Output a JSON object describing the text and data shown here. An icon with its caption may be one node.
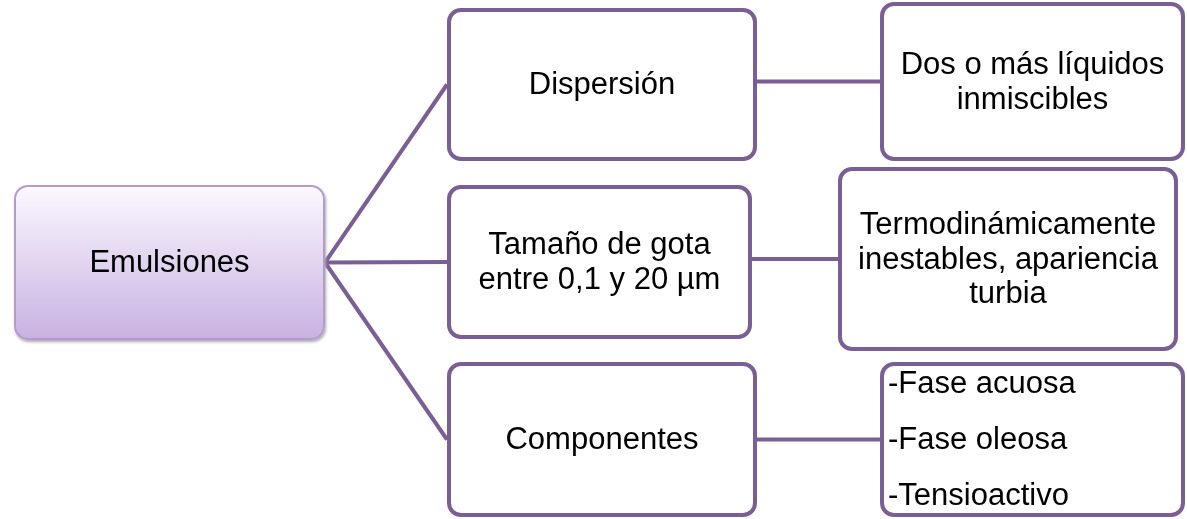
{
  "diagram": {
    "nodes": [
      {
        "text": [
          "Emulsiones"
        ]
      },
      {
        "text": [
          "Dispersión"
        ]
      },
      {
        "text": [
          "Tamaño de gota entre 0,1 y 20 µm"
        ]
      },
      {
        "text": [
          "Componentes"
        ]
      },
      {
        "text": [
          "Dos o más líquidos inmiscibles"
        ]
      },
      {
        "text": [
          "Termodinámicamente inestables, apariencia turbia"
        ]
      },
      {
        "text": [
          "-Fase acuosa",
          "-Fase oleosa",
          "-Tensioactivo"
        ]
      }
    ],
    "edges": [
      {
        "from": 0,
        "to": 1,
        "arrow": "none"
      },
      {
        "from": 0,
        "to": 2,
        "arrow": "none"
      },
      {
        "from": 0,
        "to": 3,
        "arrow": "none"
      },
      {
        "from": 1,
        "to": 4,
        "arrow": "none"
      },
      {
        "from": 2,
        "to": 5,
        "arrow": "none"
      },
      {
        "from": 3,
        "to": 6,
        "arrow": "none"
      }
    ]
  }
}
